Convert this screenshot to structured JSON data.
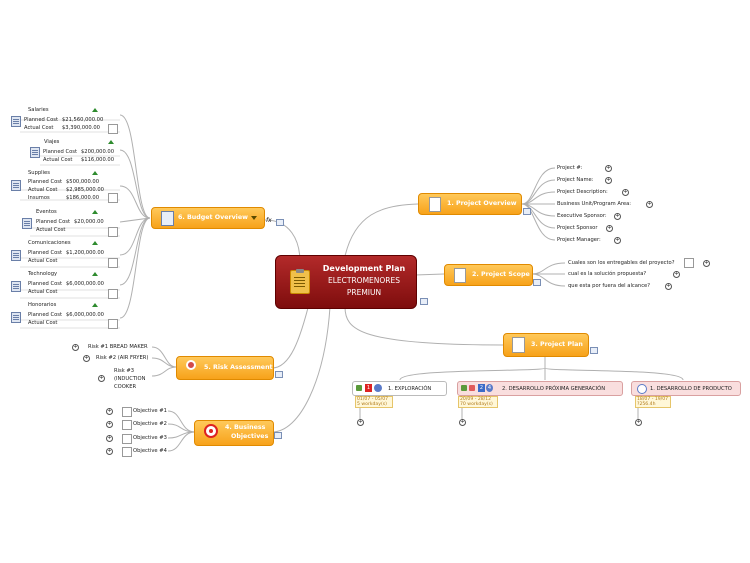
{
  "center": {
    "line1": "Development Plan",
    "line2": "ELECTROMENORES",
    "line3": "PREMIUN"
  },
  "overview": {
    "label": "1. Project Overview",
    "items": [
      "Project #:",
      "Project Name:",
      "Project Description:",
      "Business Unit/Program Area:",
      "Executive Sponsor:",
      "Project Sponsor",
      "Project Manager:"
    ]
  },
  "scope": {
    "label": "2. Project Scope",
    "items": [
      "Cuales son los entregables del proyecto?",
      "cual es la solución propuesta?",
      "que esta por fuera del alcance?"
    ]
  },
  "plan": {
    "label": "3. Project Plan",
    "phases": [
      {
        "title": "1. EXPLORACIÓN",
        "dates": "01/07 - 05/07",
        "effort": "5 workday(s)",
        "badge": "1"
      },
      {
        "title": "2. DESARROLLO PRÓXIMA GENERACIÓN",
        "dates": "20/09 - 28/12",
        "effort": "70 workday(s)",
        "badge1": "2",
        "badge2": "4"
      },
      {
        "title": "1. DESARROLLO DE PRODUCTO",
        "dates": "18/07 - 19/07",
        "effort": "?256.4h"
      }
    ]
  },
  "objectives": {
    "label": "4. Business Objectives",
    "line1": "4. Business",
    "line2": "Objectives",
    "items": [
      "Objective #1",
      "Objective #2",
      "Objective #3",
      "Objective #4"
    ]
  },
  "risk": {
    "label": "5. Risk Assessment",
    "items": [
      "Risk #1 BREAD MAKER",
      "Risk #2 (AIR FRYER)",
      "Risk #3",
      "(INDUCTION",
      "COOKER"
    ]
  },
  "budget": {
    "label": "6. Budget Overview",
    "fx": "fx",
    "groups": [
      {
        "name": "Salaries",
        "planned_label": "Planned Cost",
        "planned": "$21,560,000.00",
        "actual_label": "Actual Cost",
        "actual": "$3,390,000.00"
      },
      {
        "name": "Viajes",
        "planned_label": "Planned Cost",
        "planned": "$200,000.00",
        "actual_label": "Actual Cost",
        "actual": "$116,000.00"
      },
      {
        "name": "Supplies",
        "planned_label": "Planned Cost",
        "planned": "$500,000.00",
        "actual_label": "Actual Cost",
        "actual": "$2,985,000.00",
        "extra_label": "Insumos",
        "extra": "$186,000.00"
      },
      {
        "name": "Eventos",
        "planned_label": "Planned Cost",
        "planned": "$20,000.00",
        "actual_label": "Actual Cost",
        "actual": ""
      },
      {
        "name": "Comunicaciones",
        "planned_label": "Planned Cost",
        "planned": "$1,200,000.00",
        "actual_label": "Actual Cost",
        "actual": ""
      },
      {
        "name": "Technology",
        "planned_label": "Planned Cost",
        "planned": "$6,000,000.00",
        "actual_label": "Actual Cost",
        "actual": ""
      },
      {
        "name": "Honorarios",
        "planned_label": "Planned Cost",
        "planned": "$6,000,000.00",
        "actual_label": "Actual Cost",
        "actual": ""
      }
    ]
  },
  "colors": {
    "orange": "#f7a21a",
    "center": "#8b1414",
    "line": "#a8a8a8",
    "pink": "#f9dede"
  }
}
